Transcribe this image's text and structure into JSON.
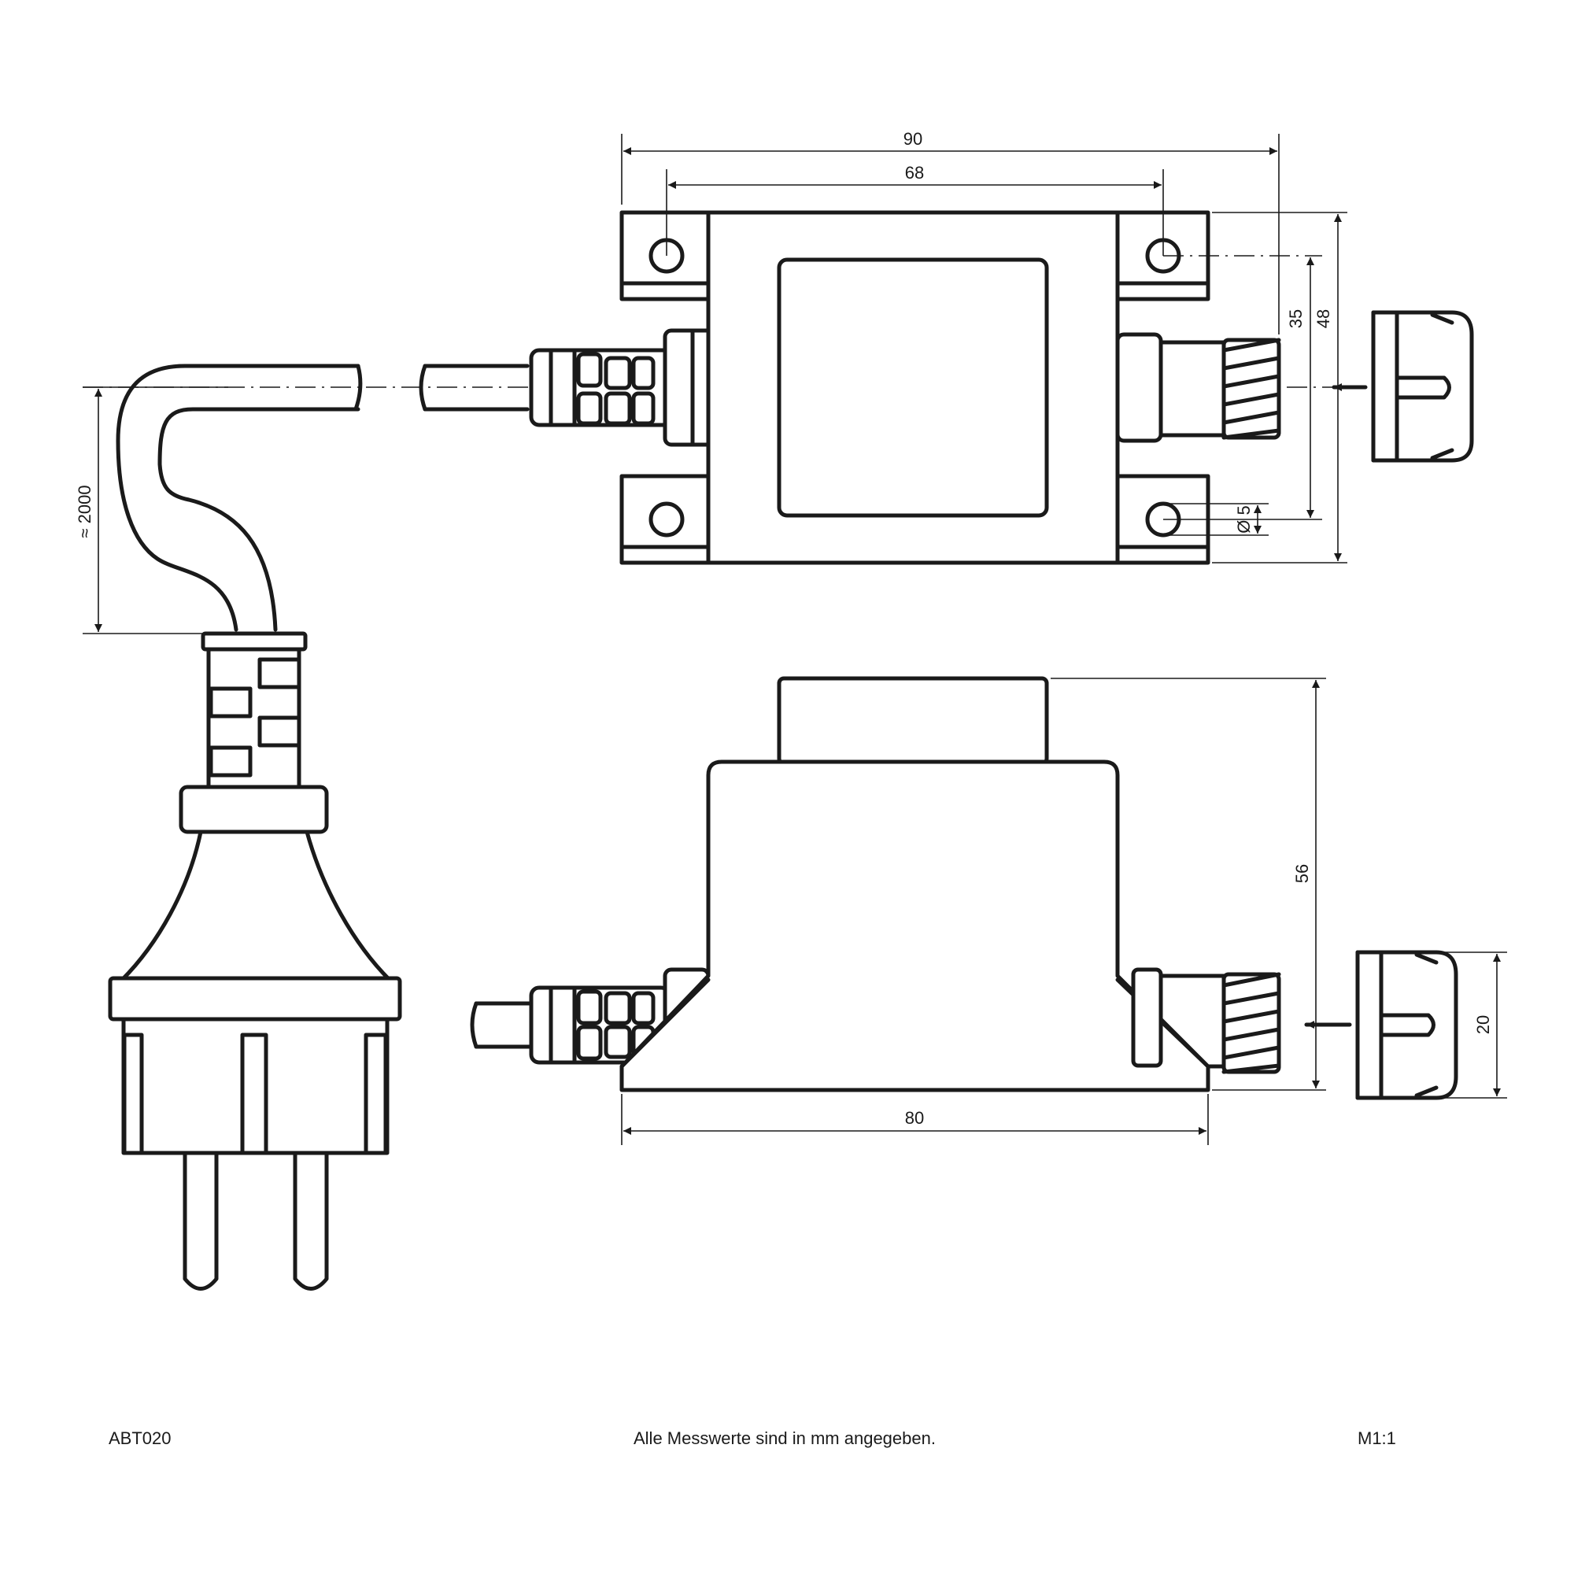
{
  "dimensions": {
    "width_total": "90",
    "hole_spacing": "68",
    "hole_vertical_spacing": "35",
    "height_total": "48",
    "hole_diameter": "Ø 5",
    "cable_length": "≈ 2000",
    "body_height": "56",
    "base_width": "80",
    "cap_height": "20"
  },
  "footer": {
    "model": "ABT020",
    "note": "Alle Messwerte sind in mm angegeben.",
    "scale": "M1:1"
  },
  "icons": [
    "arrow-left-icon",
    "arrow-left-icon"
  ]
}
